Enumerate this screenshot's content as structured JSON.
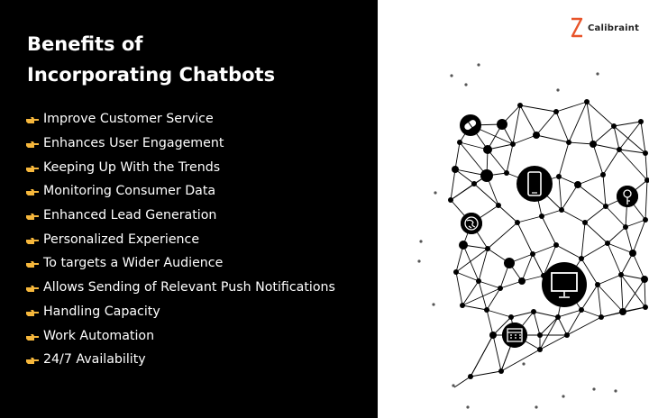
{
  "title": {
    "line1": "Benefits of",
    "line2": "Incorporating Chatbots"
  },
  "benefits": [
    "Improve Customer Service",
    "Enhances User Engagement",
    "Keeping Up With the Trends",
    "Monitoring Consumer Data",
    "Enhanced Lead Generation",
    "Personalized Experience",
    "To targets a Wider Audience",
    "Allows Sending of Relevant Push Notifications",
    "Handling Capacity",
    "Work Automation",
    "24/7 Availability"
  ],
  "bullet_icon": "pointing-hand-icon",
  "bullet_color": "#f6b73c",
  "logo": {
    "name": "Calibraint",
    "mark_color": "#e8542a"
  },
  "network_icons": [
    "pill-icon",
    "smartphone-icon",
    "globe-icon",
    "watch-icon",
    "monitor-icon",
    "calendar-icon"
  ],
  "colors": {
    "left_background": "#000000",
    "right_background": "#ffffff",
    "text": "#ffffff",
    "network": "#000000"
  }
}
